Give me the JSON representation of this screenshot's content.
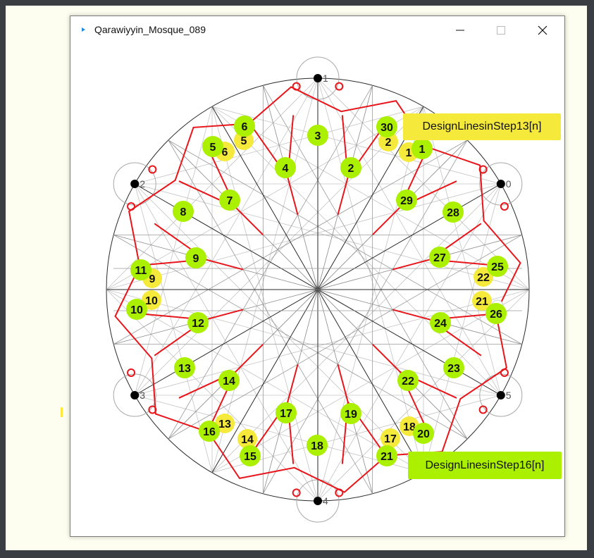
{
  "window": {
    "title": "Qarawiyyin_Mosque_089"
  },
  "colors": {
    "red": "#e8151b",
    "green": "#aaf000",
    "yellow": "#f5ea3c",
    "grid": "#9a9a9a",
    "axis": "#2a2a2a"
  },
  "labels": {
    "step13": "DesignLinesinStep13[n]",
    "step16": "DesignLinesinStep16[n]"
  },
  "vertex_labels": [
    "0",
    "1",
    "2",
    "3",
    "4",
    "5"
  ],
  "green_badges": [
    "1",
    "2",
    "3",
    "4",
    "5",
    "6",
    "7",
    "8",
    "9",
    "10",
    "11",
    "12",
    "13",
    "14",
    "15",
    "16",
    "17",
    "18",
    "19",
    "20",
    "21",
    "22",
    "23",
    "24",
    "25",
    "26",
    "27",
    "28",
    "29",
    "30"
  ],
  "yellow_badges": [
    "1",
    "2",
    "5",
    "6",
    "9",
    "10",
    "13",
    "14",
    "17",
    "18",
    "21",
    "22"
  ]
}
